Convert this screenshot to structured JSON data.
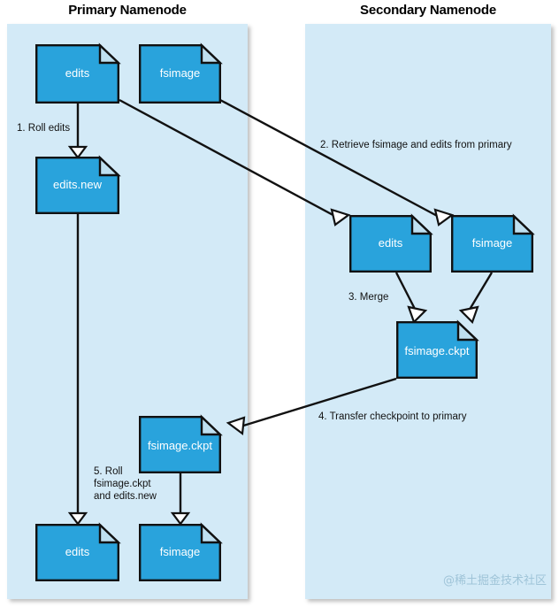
{
  "panels": [
    {
      "id": "primary",
      "title": "Primary Namenode"
    },
    {
      "id": "secondary",
      "title": "Secondary Namenode"
    }
  ],
  "colors": {
    "panel_fill": "#d3eaf7",
    "doc_fill": "#29a3dc",
    "doc_fold": "#bfe0f0",
    "doc_stroke": "#111111",
    "doc_label": "#ffffff",
    "text": "#111111",
    "watermark": "#9fc4d8"
  },
  "documents": [
    {
      "id": "primary-edits-top",
      "label": "edits"
    },
    {
      "id": "primary-fsimage-top",
      "label": "fsimage"
    },
    {
      "id": "primary-edits-new",
      "label": "edits.new"
    },
    {
      "id": "secondary-edits",
      "label": "edits"
    },
    {
      "id": "secondary-fsimage",
      "label": "fsimage"
    },
    {
      "id": "secondary-fsimage-ckpt",
      "label": "fsimage.ckpt"
    },
    {
      "id": "primary-fsimage-ckpt",
      "label": "fsimage.ckpt"
    },
    {
      "id": "primary-edits-bottom",
      "label": "edits"
    },
    {
      "id": "primary-fsimage-bottom",
      "label": "fsimage"
    }
  ],
  "steps": [
    {
      "id": "step1",
      "text": "1. Roll edits"
    },
    {
      "id": "step2",
      "text": "2. Retrieve fsimage and edits from primary"
    },
    {
      "id": "step3",
      "text": "3. Merge"
    },
    {
      "id": "step4",
      "text": "4. Transfer checkpoint to primary"
    },
    {
      "id": "step5_line1",
      "text": "5. Roll"
    },
    {
      "id": "step5_line2",
      "text": "fsimage.ckpt"
    },
    {
      "id": "step5_line3",
      "text": "and edits.new"
    }
  ],
  "watermark": {
    "text": "@稀土掘金技术社区"
  }
}
